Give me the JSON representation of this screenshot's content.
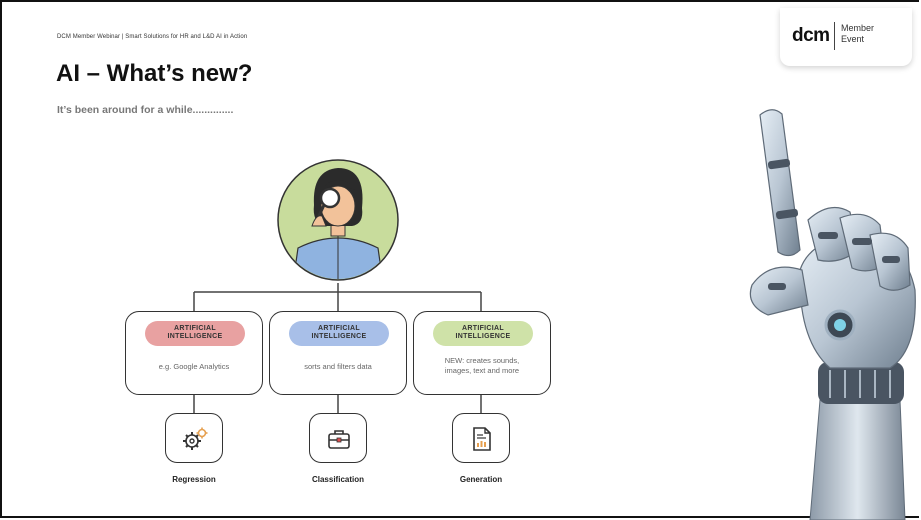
{
  "slide": {
    "header_line": "DCM Member Webinar | Smart Solutions for HR and L&D AI in Action",
    "title": "AI – What’s new?",
    "subtitle": "It’s been around for a  while.............."
  },
  "logo": {
    "brand": "dcm",
    "label_line1": "Member",
    "label_line2": "Event"
  },
  "diagram": {
    "cards": [
      {
        "heading_line1": "ARTIFICIAL",
        "heading_line2": "INTELLIGENCE",
        "description": "e.g. Google Analytics",
        "pill_color": "#e8a1a1"
      },
      {
        "heading_line1": "ARTIFICIAL",
        "heading_line2": "INTELLIGENCE",
        "description": "sorts and filters data",
        "pill_color": "#a8bfe8"
      },
      {
        "heading_line1": "ARTIFICIAL",
        "heading_line2": "INTELLIGENCE",
        "description_line1": "NEW: creates sounds,",
        "description_line2": "images, text and more",
        "pill_color": "#cfe2a8"
      }
    ],
    "categories": [
      {
        "label": "Regression",
        "icon": "gears-icon"
      },
      {
        "label": "Classification",
        "icon": "briefcase-icon"
      },
      {
        "label": "Generation",
        "icon": "document-chart-icon"
      }
    ]
  },
  "colors": {
    "person_circle": "#c8dc9c",
    "shirt": "#8fb3e0",
    "robot_metal": "#b9c6d3"
  }
}
